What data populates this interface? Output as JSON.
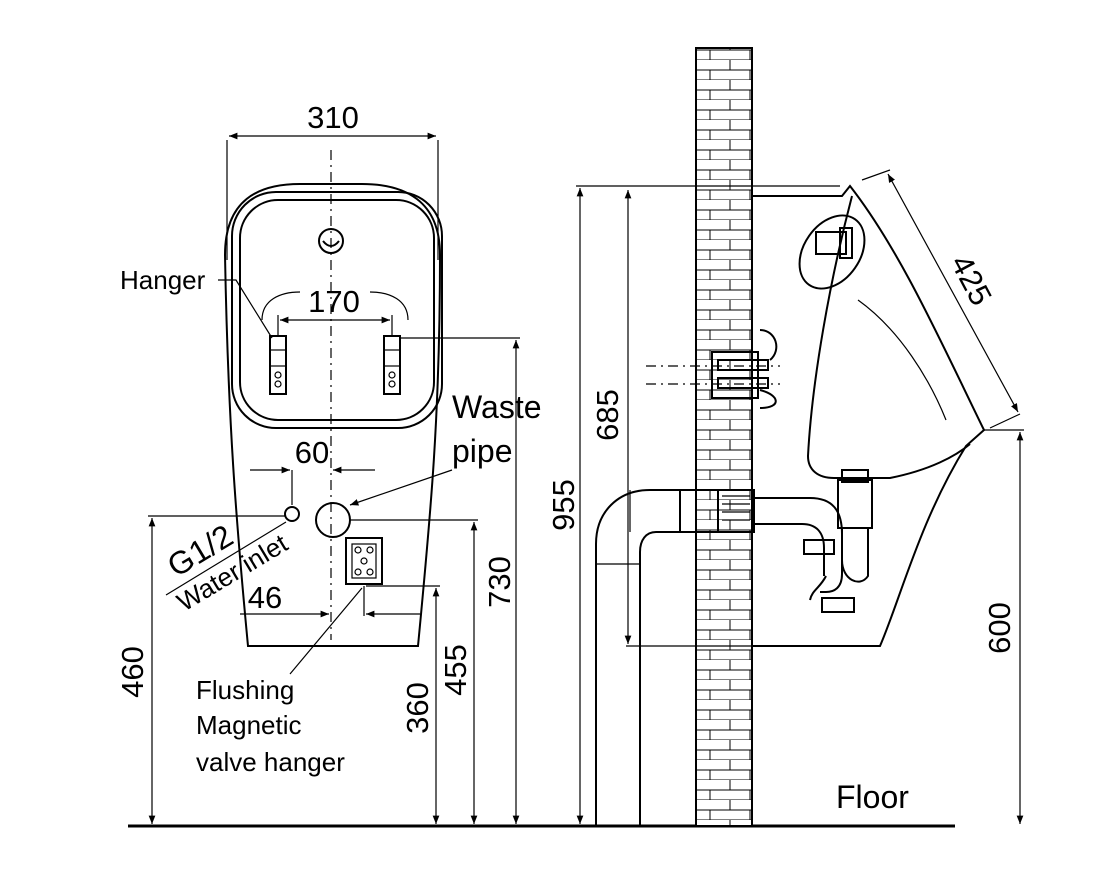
{
  "labels": {
    "hanger": "Hanger",
    "waste_pipe_line1": "Waste",
    "waste_pipe_line2": "pipe",
    "water_inlet_size": "G1/2",
    "water_inlet": "Water inlet",
    "flushing_line1": "Flushing",
    "flushing_line2": "Magnetic",
    "flushing_line3": "valve hanger",
    "floor": "Floor"
  },
  "dimensions": {
    "width": "310",
    "hanger_spacing": "170",
    "inlet_offset": "60",
    "valve_offset": "46",
    "inlet_height": "460",
    "valve_hanger_height": "360",
    "waste_height": "455",
    "hanger_height": "730",
    "total_height": "955",
    "side_body_height": "685",
    "depth_diagonal": "425",
    "rim_height": "600"
  }
}
